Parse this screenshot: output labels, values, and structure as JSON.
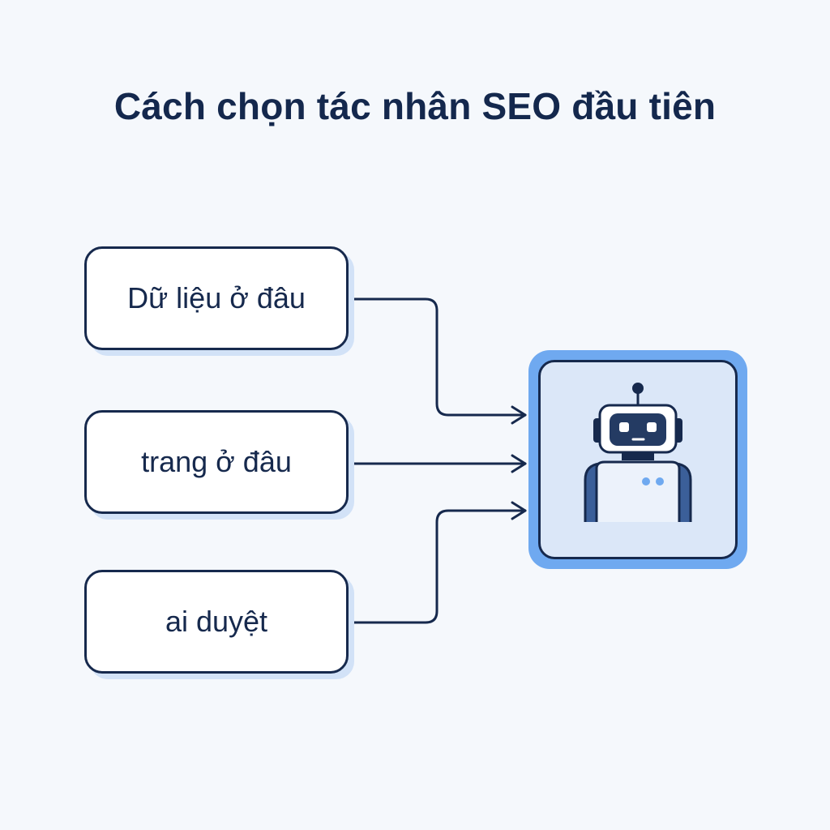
{
  "title": "Cách chọn tác nhân SEO đầu tiên",
  "inputs": [
    {
      "label": "Dữ liệu ở đâu"
    },
    {
      "label": "trang ở đâu"
    },
    {
      "label": "ai duyệt"
    }
  ],
  "agent": {
    "icon": "robot-icon"
  },
  "colors": {
    "background": "#f5f8fc",
    "ink": "#16294d",
    "accent": "#6fa9f0",
    "agent_fill": "#dbe7f8",
    "shadow": "#d2e2f7"
  }
}
